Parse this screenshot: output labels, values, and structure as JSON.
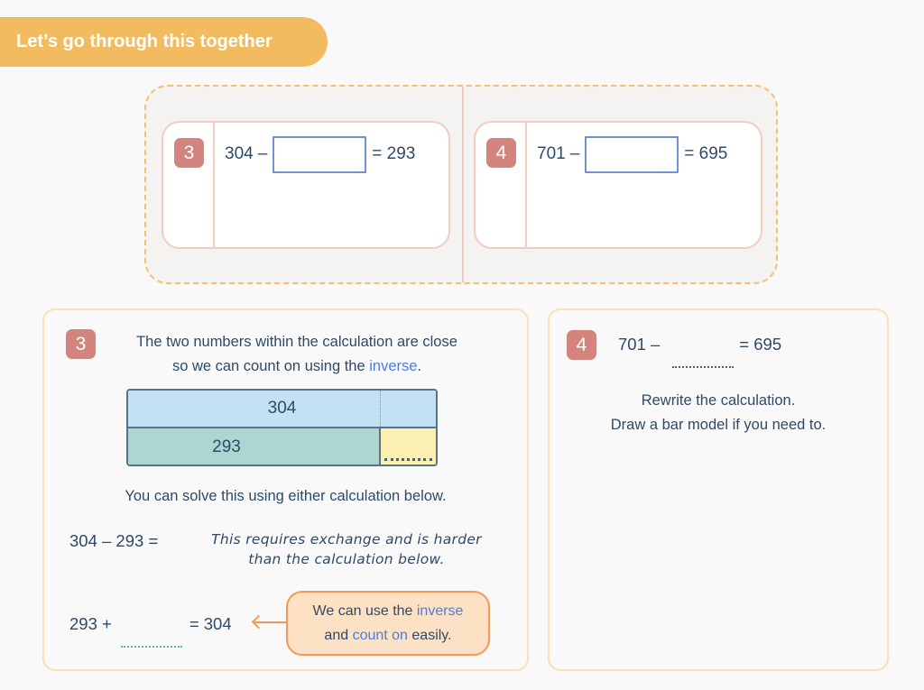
{
  "header": {
    "title": "Let’s go through this together"
  },
  "questions": [
    {
      "number": "3",
      "left_operand": "304",
      "operator": "–",
      "answer_value": "",
      "equals": "= 293"
    },
    {
      "number": "4",
      "left_operand": "701",
      "operator": "–",
      "answer_value": "",
      "equals": "= 695"
    }
  ],
  "explanation": {
    "number": "3",
    "intro_line1": "The two numbers within the calculation are close",
    "intro_line2_a": "so we can count on using the ",
    "intro_line2_highlight": "inverse",
    "intro_line2_b": ".",
    "bar_model": {
      "top_label": "304",
      "bottom_label": "293"
    },
    "solve_text": "You can solve this using either calculation below.",
    "calc1": "304 – 293 =",
    "calc1_note_line1": "This requires exchange and is harder",
    "calc1_note_line2": "than the calculation below.",
    "calc2_left": "293 +",
    "calc2_right": "= 304",
    "callout_a": "We can use the ",
    "callout_highlight1": "inverse",
    "callout_b": "and ",
    "callout_highlight2": "count on",
    "callout_c": " easily."
  },
  "task": {
    "number": "4",
    "left": "701 –",
    "right": "= 695",
    "instruction_line1": "Rewrite the calculation.",
    "instruction_line2": "Draw a bar model if you need to."
  },
  "colors": {
    "title_pill": "#f3bb60",
    "badge": "#d2847d",
    "highlight_blue": "#4a7de0",
    "callout_border": "#f19a56",
    "bar_top": "#c3e1f5",
    "bar_bottom": "#acd7d1",
    "bar_unknown": "#fcefb2"
  }
}
